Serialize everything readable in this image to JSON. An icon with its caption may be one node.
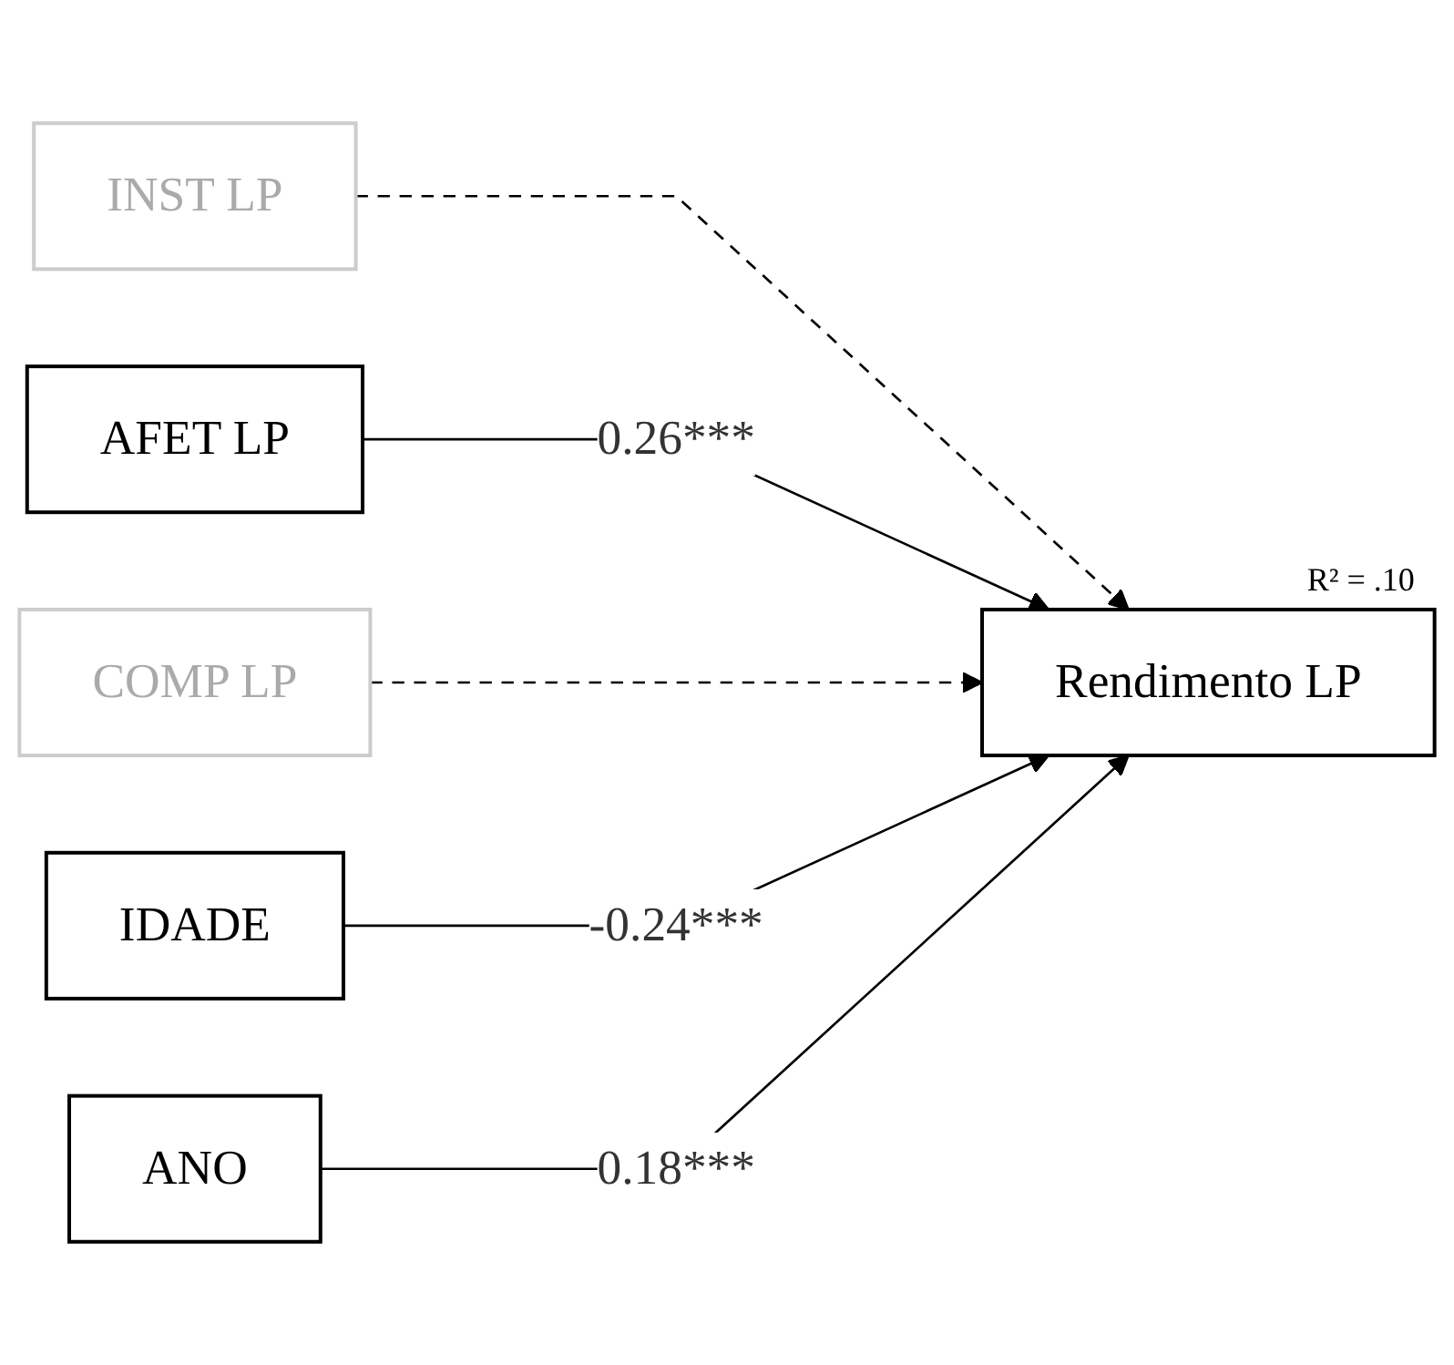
{
  "diagram": {
    "nodes": [
      {
        "text": [
          "INST LP"
        ]
      },
      {
        "text": [
          "AFET LP"
        ]
      },
      {
        "text": [
          "COMP LP"
        ]
      },
      {
        "text": [
          "IDADE"
        ]
      },
      {
        "text": [
          "ANO"
        ]
      },
      {
        "text": [
          "Rendimento LP"
        ],
        "beside": [
          "R² = .10"
        ]
      }
    ],
    "edges": [
      {
        "from": 0,
        "to": 5,
        "arrow": "to",
        "style": "dashed"
      },
      {
        "from": 1,
        "to": 5,
        "arrow": "to",
        "label": "0.26***"
      },
      {
        "from": 2,
        "to": 5,
        "arrow": "to",
        "style": "dashed"
      },
      {
        "from": 3,
        "to": 5,
        "arrow": "to",
        "label": "-0.24***"
      },
      {
        "from": 4,
        "to": 5,
        "arrow": "to",
        "label": "0.18***"
      }
    ]
  }
}
